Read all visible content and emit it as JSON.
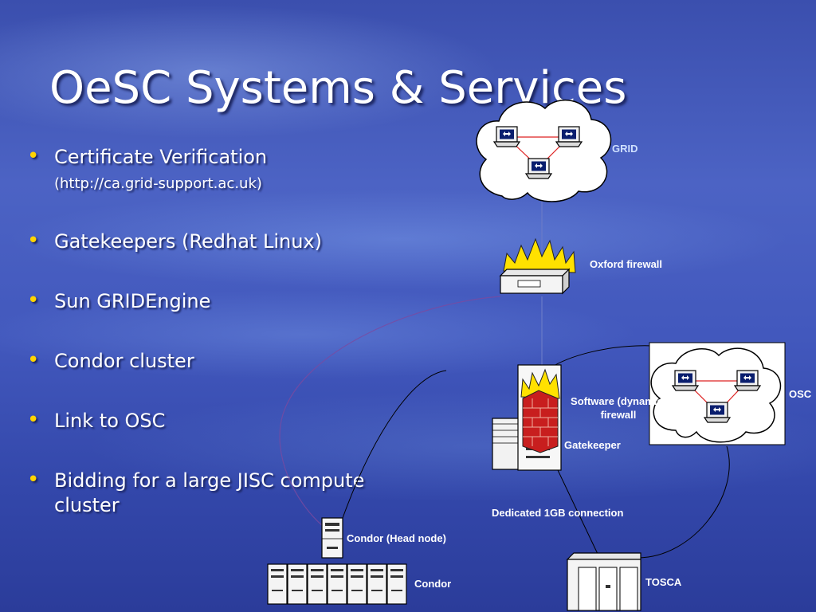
{
  "slide": {
    "title": "OeSC Systems & Services",
    "bullets": [
      {
        "text": "Certificate Verification",
        "sub": "(http://ca.grid-support.ac.uk)"
      },
      {
        "text": "Gatekeepers (Redhat Linux)"
      },
      {
        "text": "Sun GRIDEngine"
      },
      {
        "text": "Condor cluster"
      },
      {
        "text": "Link to OSC"
      },
      {
        "text": "Bidding for a large JISC compute cluster"
      }
    ]
  },
  "diagram": {
    "nodes": {
      "grid": "GRID",
      "oxford_firewall": "Oxford firewall",
      "software_firewall": "Software (dynamic)\nfirewall",
      "gatekeeper": "Gatekeeper",
      "osc": "OSC",
      "dedicated_connection": "Dedicated 1GB connection",
      "condor_head": "Condor (Head node)",
      "condor": "Condor",
      "tosca": "TOSCA"
    }
  },
  "colors": {
    "title_text": "#ffffff",
    "bullet_marker": "#ffd400",
    "diagram_label": "#ffffff",
    "grid_label": "#cfe0ff",
    "network_link": "#dd2222",
    "flame": "#ffe100",
    "brick": "#c81e1e"
  },
  "icons": [
    "cloud-icon",
    "workstation-icon",
    "firewall-flame-icon",
    "brick-wall-icon",
    "server-tower-icon",
    "server-rack-icon",
    "supercomputer-icon"
  ]
}
